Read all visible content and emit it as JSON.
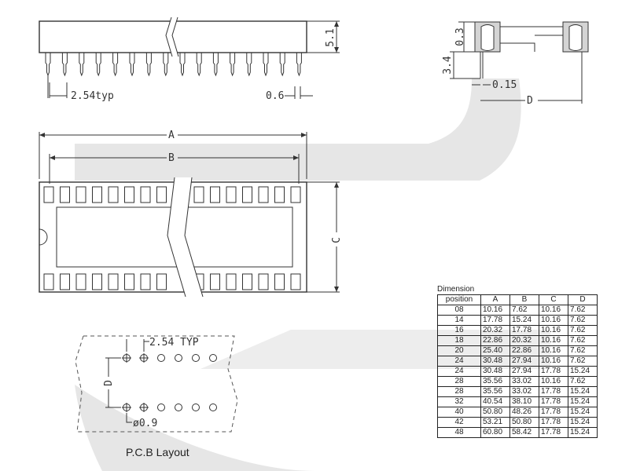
{
  "side_view": {
    "height_label": "5.1",
    "pitch_label": "2.54typ",
    "pin_width_label": "0.6"
  },
  "end_view": {
    "dim_03": "0.3",
    "dim_34": "3.4",
    "dim_015": "0.15",
    "dim_d": "D"
  },
  "top_view": {
    "dim_a": "A",
    "dim_b": "B",
    "dim_c": "C"
  },
  "pcb_layout": {
    "pitch_label": "2.54 TYP",
    "row_spacing_label": "D",
    "hole_label": "ø0.9",
    "title": "P.C.B Layout"
  },
  "dimension_table": {
    "caption": "Dimension",
    "headers": [
      "position",
      "A",
      "B",
      "C",
      "D"
    ],
    "rows": [
      [
        "08",
        "10.16",
        "7.62",
        "10.16",
        "7.62"
      ],
      [
        "14",
        "17.78",
        "15.24",
        "10.16",
        "7.62"
      ],
      [
        "16",
        "20.32",
        "17.78",
        "10.16",
        "7.62"
      ],
      [
        "18",
        "22.86",
        "20.32",
        "10.16",
        "7.62"
      ],
      [
        "20",
        "25.40",
        "22.86",
        "10.16",
        "7.62"
      ],
      [
        "24",
        "30.48",
        "27.94",
        "10.16",
        "7.62"
      ],
      [
        "24",
        "30.48",
        "27.94",
        "17.78",
        "15.24"
      ],
      [
        "28",
        "35.56",
        "33.02",
        "10.16",
        "7.62"
      ],
      [
        "28",
        "35.56",
        "33.02",
        "17.78",
        "15.24"
      ],
      [
        "32",
        "40.54",
        "38.10",
        "17.78",
        "15.24"
      ],
      [
        "40",
        "50.80",
        "48.26",
        "17.78",
        "15.24"
      ],
      [
        "42",
        "53.21",
        "50.80",
        "17.78",
        "15.24"
      ],
      [
        "48",
        "60.80",
        "58.42",
        "17.78",
        "15.24"
      ]
    ]
  }
}
